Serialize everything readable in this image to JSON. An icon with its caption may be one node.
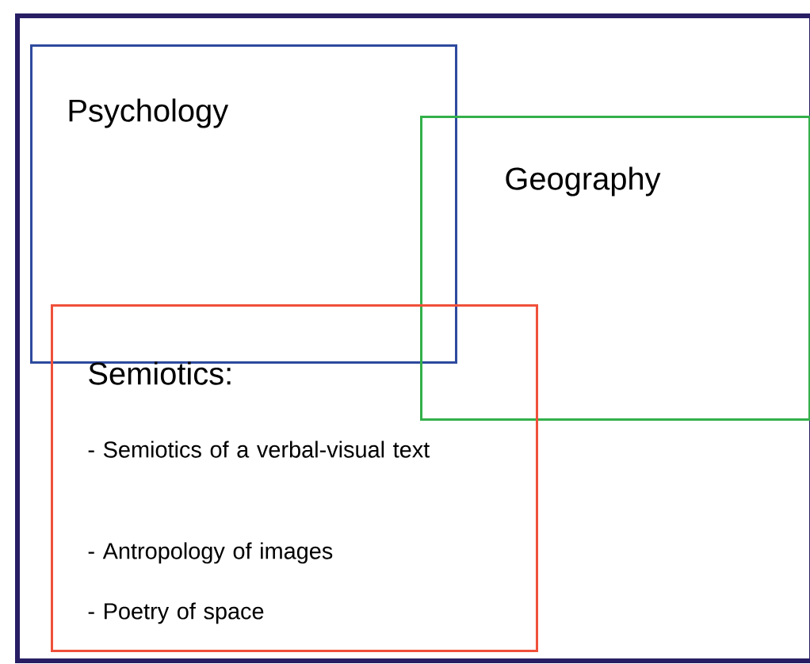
{
  "diagram": {
    "nodes": [
      {
        "text": [
          "Psychology"
        ]
      },
      {
        "text": [
          "Geography"
        ]
      },
      {
        "text": [
          "Semiotics:",
          "- Semiotics of a verbal-visual text",
          "- Antropology of images",
          "- Poetry of space"
        ]
      }
    ],
    "edges": []
  }
}
